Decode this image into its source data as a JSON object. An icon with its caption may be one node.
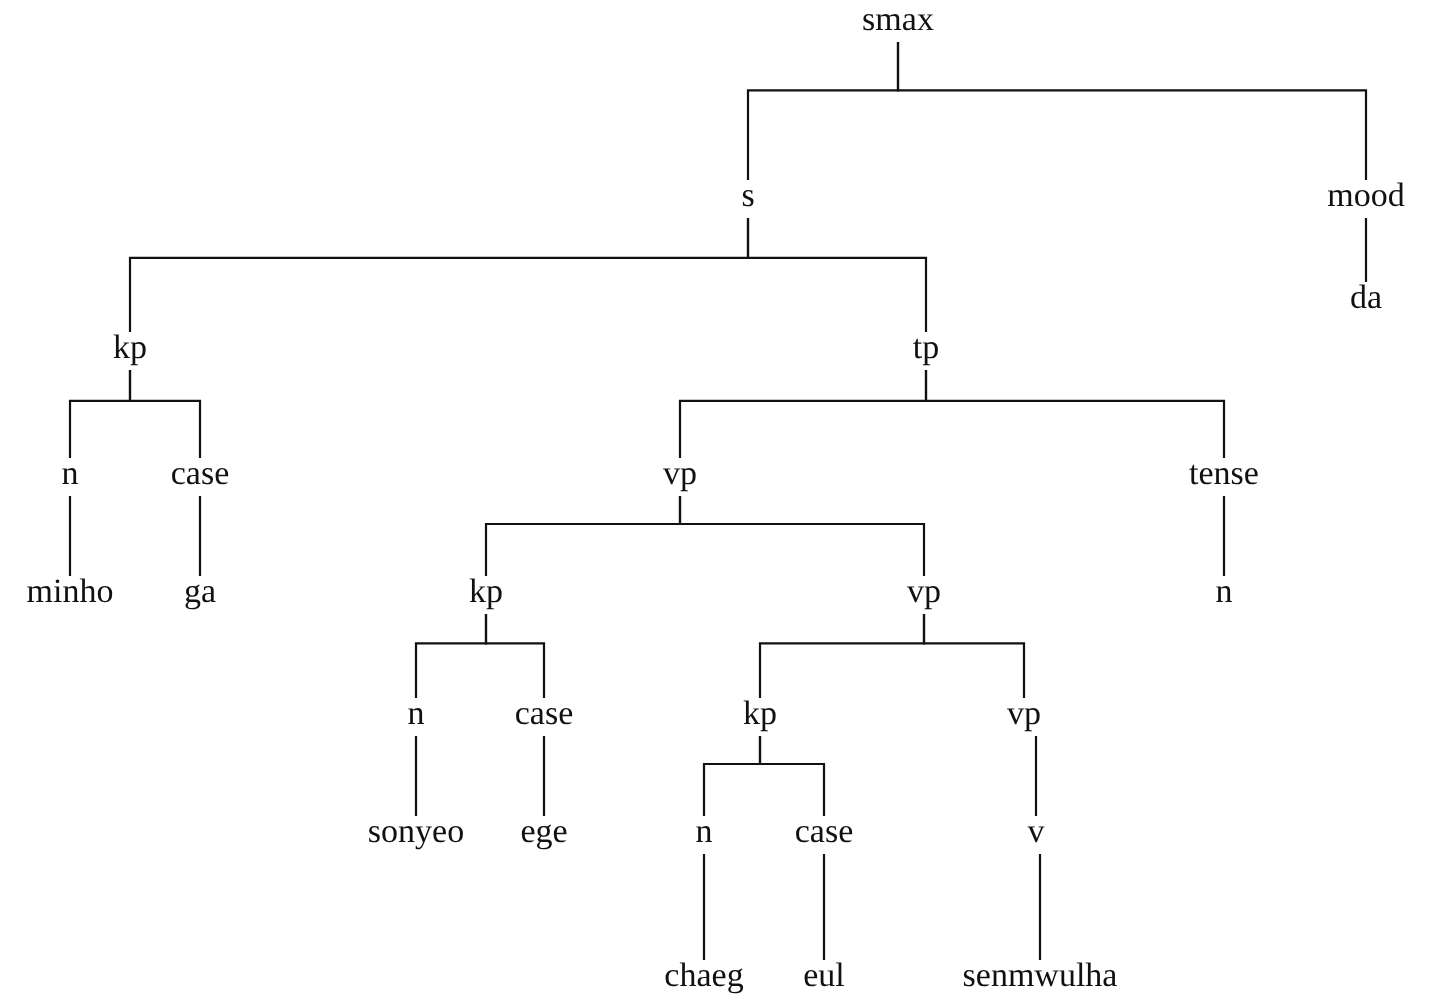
{
  "diagram": {
    "nodes": [
      {
        "text": [
          "smax"
        ]
      },
      {
        "text": [
          "s"
        ]
      },
      {
        "text": [
          "mood"
        ]
      },
      {
        "text": [
          "kp"
        ]
      },
      {
        "text": [
          "tp"
        ]
      },
      {
        "text": [
          "da"
        ]
      },
      {
        "text": [
          "n"
        ]
      },
      {
        "text": [
          "case"
        ]
      },
      {
        "text": [
          "vp"
        ]
      },
      {
        "text": [
          "tense"
        ]
      },
      {
        "text": [
          "minho"
        ]
      },
      {
        "text": [
          "ga"
        ]
      },
      {
        "text": [
          "kp"
        ]
      },
      {
        "text": [
          "vp"
        ]
      },
      {
        "text": [
          "n"
        ]
      },
      {
        "text": [
          "n"
        ]
      },
      {
        "text": [
          "case"
        ]
      },
      {
        "text": [
          "kp"
        ]
      },
      {
        "text": [
          "vp"
        ]
      },
      {
        "text": [
          "sonyeo"
        ]
      },
      {
        "text": [
          "ege"
        ]
      },
      {
        "text": [
          "n"
        ]
      },
      {
        "text": [
          "case"
        ]
      },
      {
        "text": [
          "v"
        ]
      },
      {
        "text": [
          "chaeg"
        ]
      },
      {
        "text": [
          "eul"
        ]
      },
      {
        "text": [
          "senmwulha"
        ]
      }
    ],
    "edges": [
      {
        "from": 0,
        "to": 1,
        "arrow": "none"
      },
      {
        "from": 0,
        "to": 2,
        "arrow": "none"
      },
      {
        "from": 1,
        "to": 3,
        "arrow": "none"
      },
      {
        "from": 1,
        "to": 4,
        "arrow": "none"
      },
      {
        "from": 2,
        "to": 5,
        "arrow": "none"
      },
      {
        "from": 3,
        "to": 6,
        "arrow": "none"
      },
      {
        "from": 3,
        "to": 7,
        "arrow": "none"
      },
      {
        "from": 4,
        "to": 8,
        "arrow": "none"
      },
      {
        "from": 4,
        "to": 9,
        "arrow": "none"
      },
      {
        "from": 6,
        "to": 10,
        "arrow": "none"
      },
      {
        "from": 7,
        "to": 11,
        "arrow": "none"
      },
      {
        "from": 8,
        "to": 12,
        "arrow": "none"
      },
      {
        "from": 8,
        "to": 13,
        "arrow": "none"
      },
      {
        "from": 9,
        "to": 14,
        "arrow": "none"
      },
      {
        "from": 12,
        "to": 15,
        "arrow": "none"
      },
      {
        "from": 12,
        "to": 16,
        "arrow": "none"
      },
      {
        "from": 13,
        "to": 17,
        "arrow": "none"
      },
      {
        "from": 13,
        "to": 18,
        "arrow": "none"
      },
      {
        "from": 15,
        "to": 19,
        "arrow": "none"
      },
      {
        "from": 16,
        "to": 20,
        "arrow": "none"
      },
      {
        "from": 17,
        "to": 21,
        "arrow": "none"
      },
      {
        "from": 17,
        "to": 22,
        "arrow": "none"
      },
      {
        "from": 18,
        "to": 23,
        "arrow": "none"
      },
      {
        "from": 21,
        "to": 24,
        "arrow": "none"
      },
      {
        "from": 22,
        "to": 25,
        "arrow": "none"
      },
      {
        "from": 23,
        "to": 26,
        "arrow": "none"
      }
    ]
  }
}
